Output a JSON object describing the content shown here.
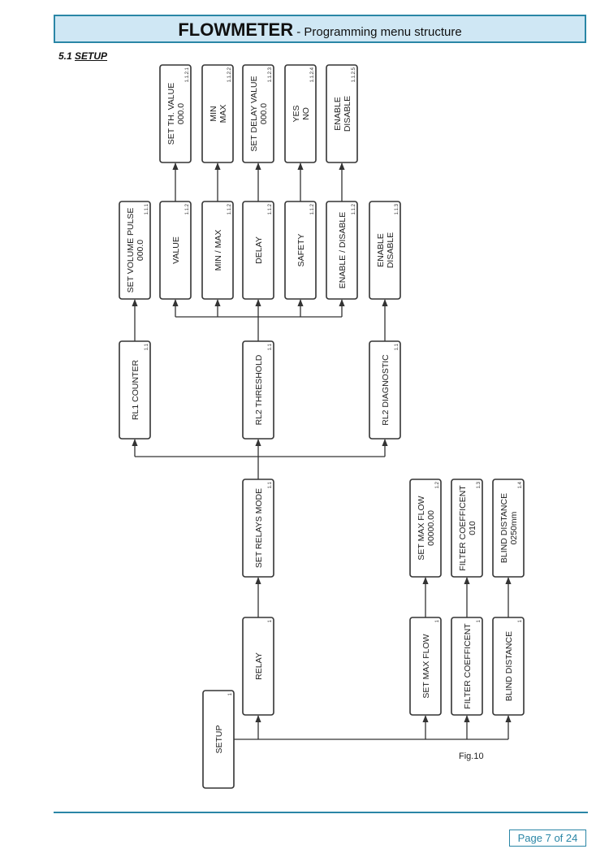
{
  "header": {
    "title": "FLOWMETER",
    "subtitle": " - Programming menu structure"
  },
  "section": {
    "number": "5.1 ",
    "title": "SETUP"
  },
  "diagram": {
    "caption": "Fig.10",
    "boxes": [
      {
        "id": "1.1.2.1",
        "lines": [
          "SET TH. VALUE",
          "000.0"
        ]
      },
      {
        "id": "1.1.2.2",
        "lines": [
          "MIN",
          "MAX"
        ]
      },
      {
        "id": "1.1.2.3",
        "lines": [
          "SET DELAY VALUE",
          "000.0"
        ]
      },
      {
        "id": "1.1.2.4",
        "lines": [
          "YES",
          "NO"
        ]
      },
      {
        "id": "1.1.2.5",
        "lines": [
          "ENABLE",
          "DISABLE"
        ]
      },
      {
        "id": "1.1.1",
        "lines": [
          "SET VOLUME PULSE",
          "000.0"
        ]
      },
      {
        "id": "1.1.2",
        "lines": [
          "VALUE"
        ]
      },
      {
        "id": "1.1.2",
        "lines": [
          "MIN / MAX"
        ]
      },
      {
        "id": "1.1.2",
        "lines": [
          "DELAY"
        ]
      },
      {
        "id": "1.1.2",
        "lines": [
          "SAFETY"
        ]
      },
      {
        "id": "1.1.2",
        "lines": [
          "ENABLE / DISABLE"
        ]
      },
      {
        "id": "1.1.3",
        "lines": [
          "ENABLE",
          "DISABLE"
        ]
      },
      {
        "id": "1.1",
        "lines": [
          "RL1 COUNTER"
        ]
      },
      {
        "id": "1.1",
        "lines": [
          "RL2 THRESHOLD"
        ]
      },
      {
        "id": "1.1",
        "lines": [
          "RL2 DIAGNOSTIC"
        ]
      },
      {
        "id": "1.1",
        "lines": [
          "SET RELAYS MODE"
        ]
      },
      {
        "id": "1.2",
        "lines": [
          "SET MAX FLOW",
          "00000.00"
        ]
      },
      {
        "id": "1.3",
        "lines": [
          "FILTER COEFFICENT",
          "010"
        ]
      },
      {
        "id": "1.4",
        "lines": [
          "BLIND DISTANCE",
          "0250mm"
        ]
      },
      {
        "id": "1",
        "lines": [
          "RELAY"
        ]
      },
      {
        "id": "1",
        "lines": [
          "SET MAX FLOW"
        ]
      },
      {
        "id": "1",
        "lines": [
          "FILTER COEFFICENT"
        ]
      },
      {
        "id": "1",
        "lines": [
          "BLIND DISTANCE"
        ]
      },
      {
        "id": "1",
        "lines": [
          "SETUP"
        ]
      }
    ]
  },
  "footer": {
    "page": "Page 7 of 24"
  }
}
